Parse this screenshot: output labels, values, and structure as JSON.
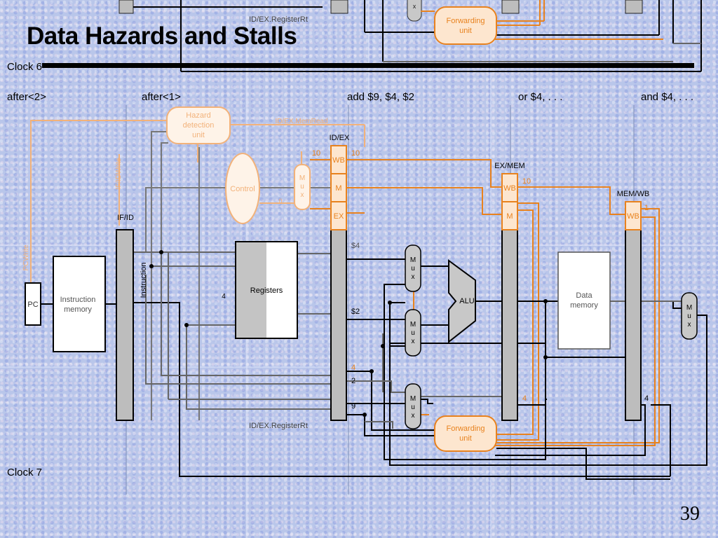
{
  "slide": {
    "title": "Data Hazards and Stalls",
    "clock_top": "Clock 6",
    "clock_bottom": "Clock 7",
    "page_number": "39"
  },
  "stages": {
    "after2": "after<2>",
    "after1": "after<1>",
    "idex_instr": "add $9, $4, $2",
    "exmem_instr": "or $4, . . .",
    "memwb_instr": "and $4, . . ."
  },
  "diagram": {
    "pc": "PC",
    "instruction_memory": [
      "Instruction",
      "memory"
    ],
    "if_id": "IF/ID",
    "instruction_vertical": "Instruction",
    "hazard_unit": [
      "Hazard",
      "detection",
      "unit"
    ],
    "control": "Control",
    "mux": [
      "M",
      "u",
      "x"
    ],
    "registers": "Registers",
    "reg_port": "4",
    "id_ex": "ID/EX",
    "ex_mem": "EX/MEM",
    "mem_wb": "MEM/WB",
    "wb": "WB",
    "m": "M",
    "ex": "EX",
    "alu": "ALU",
    "data_memory": [
      "Data",
      "memory"
    ],
    "forwarding_unit": [
      "Forwarding",
      "unit"
    ],
    "id_ex_registerrt": "ID/EX.RegisterRt",
    "id_ex_memread": "ID/EX.MemRead",
    "if_id_write": "IF/IDWrite",
    "pc_write": "PCWrite",
    "values": {
      "idex_wb_in": "10",
      "idex_wb_out": "10",
      "exmem_wb_out": "10",
      "memwb_wb_out": "1",
      "reg_rs": "$4",
      "reg_rt": "$2",
      "rs_num": "4",
      "rt_num": "2",
      "rd_num": "9",
      "exmem_rd": "4",
      "memwb_rd": "4"
    }
  },
  "colors": {
    "datapath": "#000000",
    "control": "#e8821e",
    "faded_control": "#f2b27a",
    "register_fill": "#cfcfcf"
  }
}
